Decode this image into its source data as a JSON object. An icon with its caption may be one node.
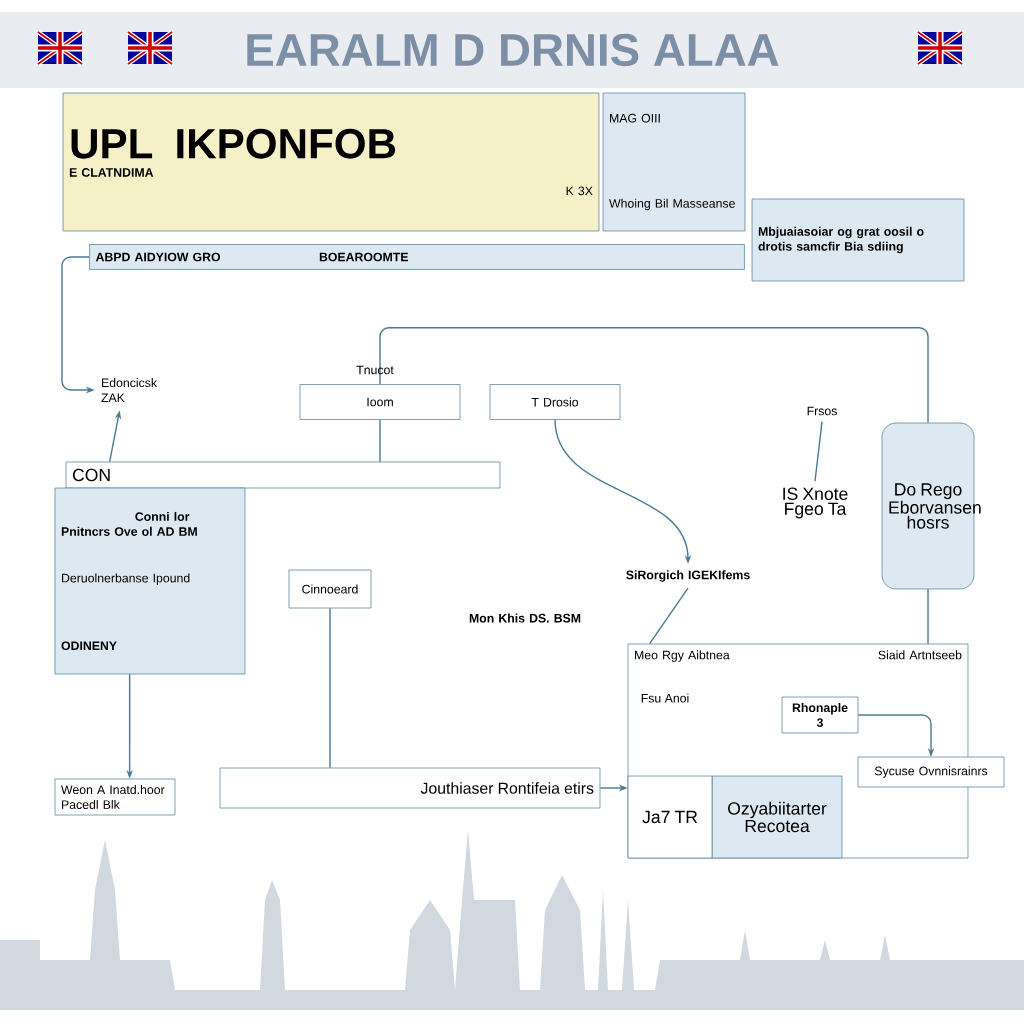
{
  "diagram": {
    "title": "EARALM D DRNIS ALAA",
    "nodes": [
      {
        "text": [
          "UPL IKPONFOB",
          "E CLATNDIMA",
          "K 3X"
        ]
      },
      {
        "text": [
          "MAG OIII",
          "Whoing Bil Masseanse"
        ]
      },
      {
        "text": [
          "Mbjuaiasoiar og grat oosil o drotis samcfir Bia sdiing"
        ]
      },
      {
        "text": [
          "ABPD AIDYIOW GRO",
          "BOEAROOMTE"
        ]
      },
      {
        "text": [
          "Edoncicsk",
          "ZAK"
        ]
      },
      {
        "text": [
          "Ioom"
        ]
      },
      {
        "text": [
          "T Drosio"
        ]
      },
      {
        "text": [
          "CON"
        ]
      },
      {
        "text": [
          "Conni lor Pnitncrs Ove ol AD BM",
          "Deruolnerbanse Ipound",
          "ODINENY"
        ]
      },
      {
        "text": [
          "Cinnoeard"
        ]
      },
      {
        "text": [
          "Mon Khis DS. BSM"
        ]
      },
      {
        "text": [
          "SiRorgich IGEKIfems"
        ]
      },
      {
        "text": [
          "IS Xnote Fgeo Ta"
        ]
      },
      {
        "text": [
          "Do Rego Eborvansen hosrs"
        ]
      },
      {
        "text": [
          "Frsos"
        ]
      },
      {
        "text": [
          "Meo Rgy Aibtnea",
          "Siaid Artntseeb"
        ]
      },
      {
        "text": [
          "Rhonaple 3"
        ],
        "in": 15
      },
      {
        "text": [
          "Sycuse Ovnnisrainrs"
        ]
      },
      {
        "text": [
          "Ozyabiitarter Recotea"
        ],
        "in": 15
      },
      {
        "text": [
          "Ja7 TR"
        ],
        "in": 15
      },
      {
        "text": [
          "Jouthiaser Rontifeia etirs"
        ]
      },
      {
        "text": [
          "Weon A Inatd.hoor Pacedl Blk"
        ]
      }
    ],
    "edges": [
      {
        "from": 3,
        "to": 4,
        "arrow": "to"
      },
      {
        "from": 7,
        "to": 4,
        "arrow": "to"
      },
      {
        "from": 8,
        "to": 21,
        "arrow": "to"
      },
      {
        "from": 6,
        "to": 11,
        "arrow": "to"
      },
      {
        "from": 11,
        "to": 15,
        "arrow": "none"
      },
      {
        "from": 14,
        "to": 12,
        "arrow": "none"
      },
      {
        "from": 13,
        "to": 15,
        "arrow": "none"
      },
      {
        "from": 16,
        "to": 17,
        "arrow": "to"
      },
      {
        "from": 9,
        "to": 20,
        "arrow": "none"
      },
      {
        "from": 20,
        "to": 19,
        "arrow": "to"
      },
      {
        "from": 5,
        "to": 7,
        "arrow": "none"
      },
      {
        "from": 5,
        "to": 13,
        "arrow": "none"
      }
    ],
    "labels": [
      "Fsu Anoi",
      "Tnucot"
    ]
  }
}
